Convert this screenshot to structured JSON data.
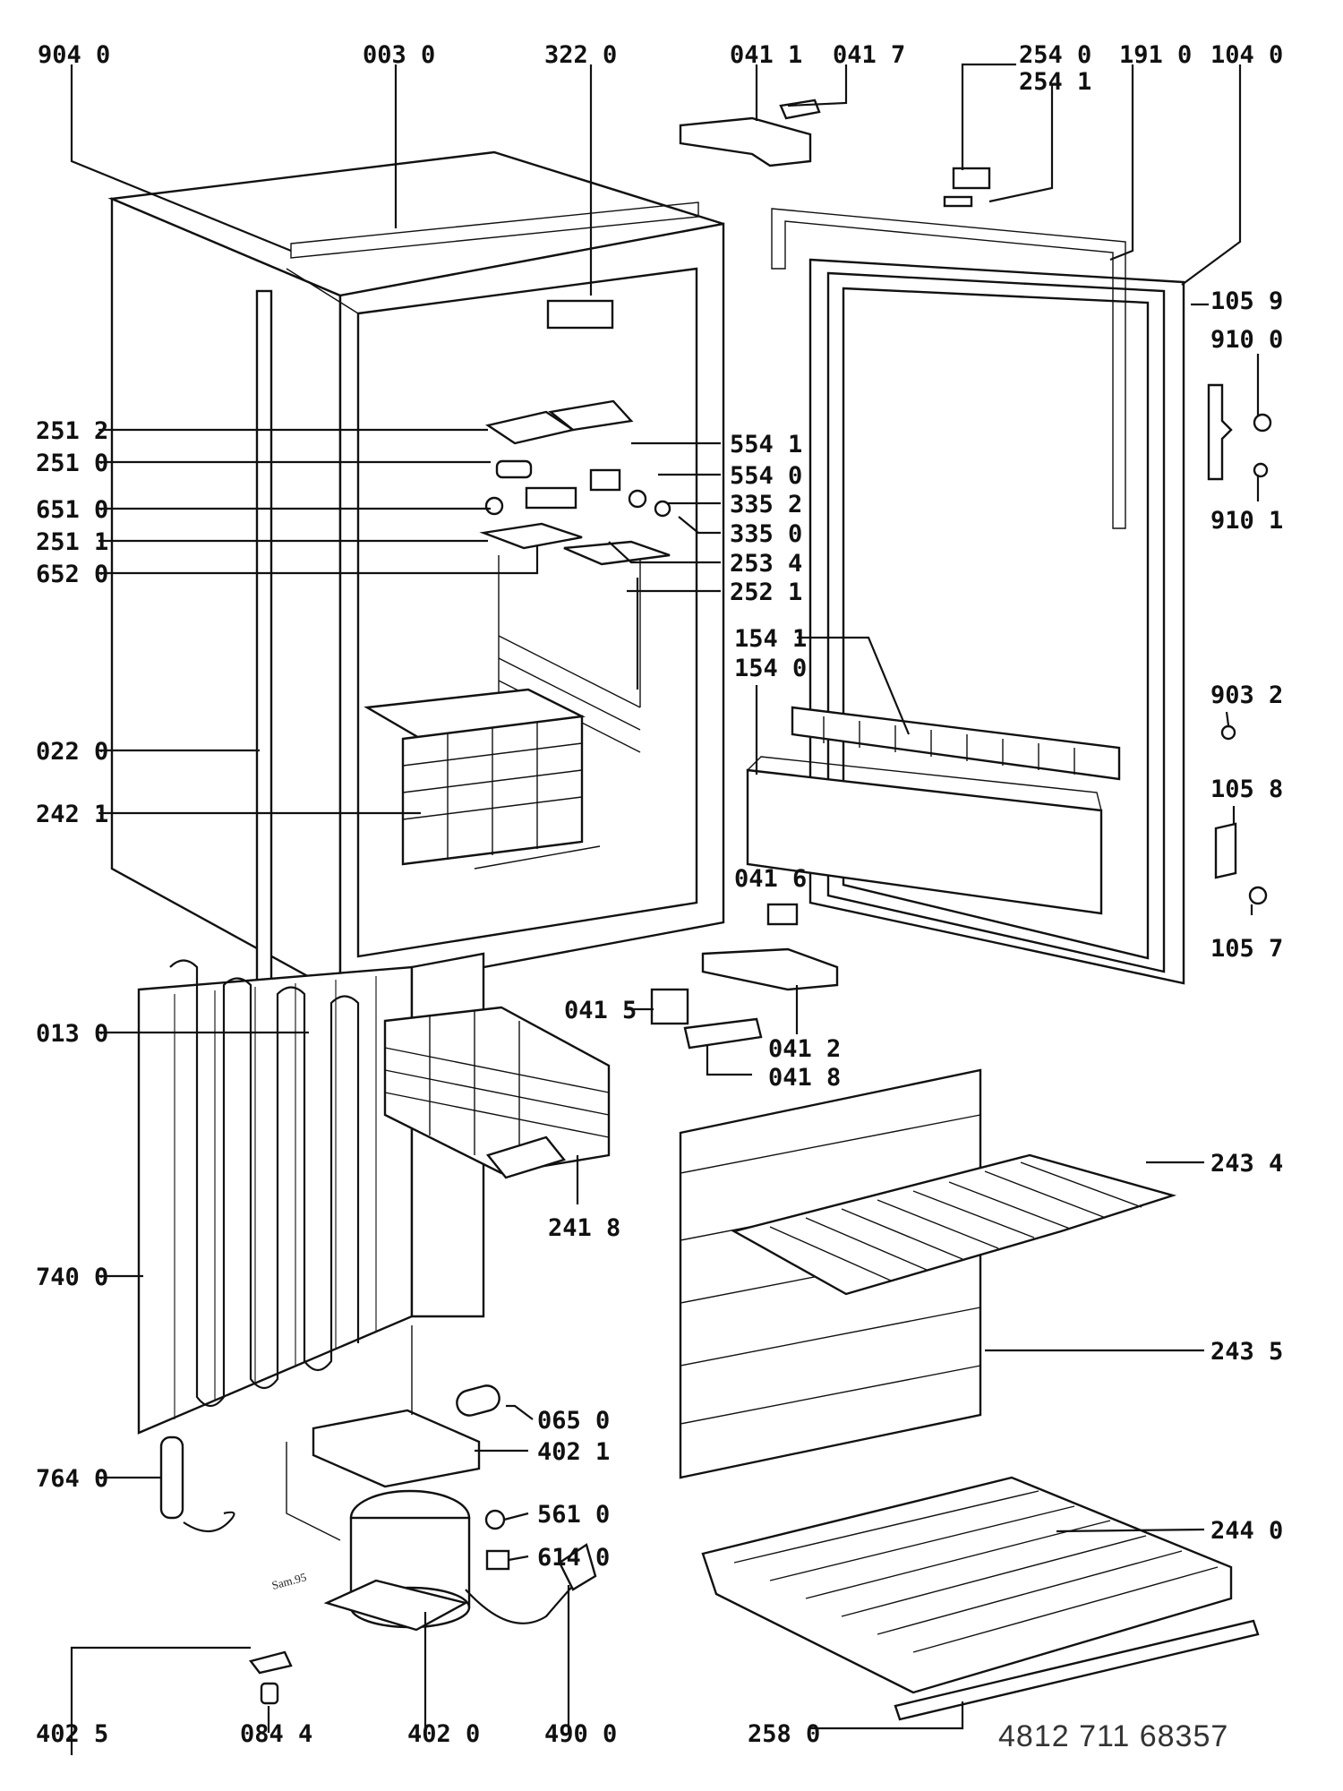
{
  "document_number": "4812 711 68357",
  "tiny_note": "Sam.95",
  "labels": {
    "l9040": "904 0",
    "l0030": "003 0",
    "l3220": "322 0",
    "l0411": "041 1",
    "l0417": "041 7",
    "l2540": "254 0",
    "l2541": "254 1",
    "l1910": "191 0",
    "l1040": "104 0",
    "l1059": "105 9",
    "l9100": "910 0",
    "l9101": "910 1",
    "l2512": "251 2",
    "l2510": "251 0",
    "l6510": "651 0",
    "l2511": "251 1",
    "l6520": "652 0",
    "l5541": "554 1",
    "l5540": "554 0",
    "l3352": "335 2",
    "l3350": "335 0",
    "l2534": "253 4",
    "l2521": "252 1",
    "l1541": "154 1",
    "l1540": "154 0",
    "l0220": "022 0",
    "l2421": "242 1",
    "l9032": "903 2",
    "l1058": "105 8",
    "l0416": "041 6",
    "l1057": "105 7",
    "l0415": "041 5",
    "l0412": "041 2",
    "l0418": "041 8",
    "l0130": "013 0",
    "l2418": "241 8",
    "l2434": "243 4",
    "l7400": "740 0",
    "l2435": "243 5",
    "l0650": "065 0",
    "l4021": "402 1",
    "l7640": "764 0",
    "l5610": "561 0",
    "l6140": "614 0",
    "l2440": "244 0",
    "l4025": "402 5",
    "l0844": "084 4",
    "l4020": "402 0",
    "l4900": "490 0",
    "l2580": "258 0"
  }
}
